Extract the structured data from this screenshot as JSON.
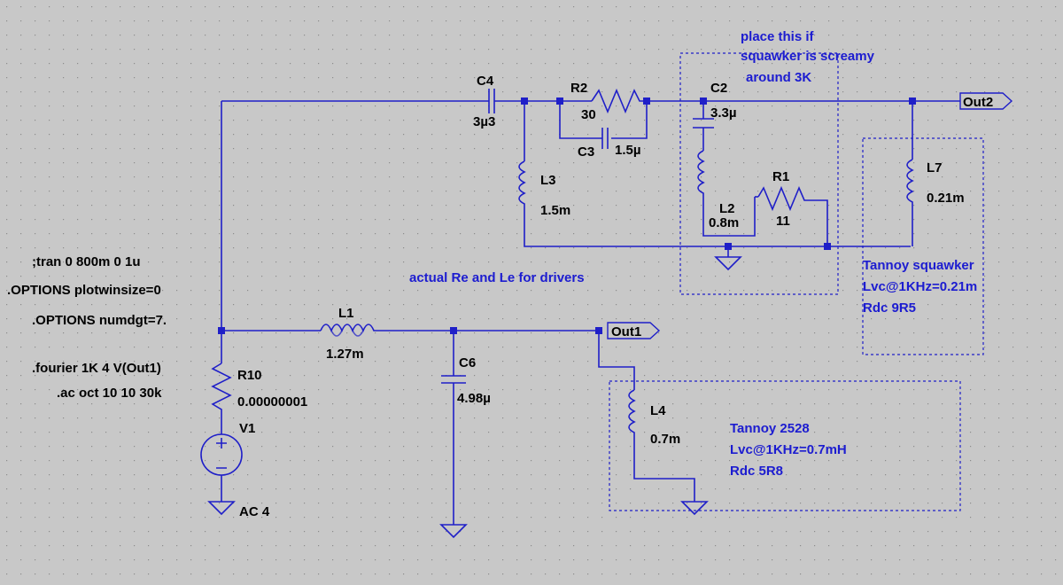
{
  "colors": {
    "background": "#c8c8c8",
    "wire": "#1f1fc8",
    "grid_dot": "#8c8c8c",
    "text": "#000000",
    "comment": "#1c1cd0"
  },
  "directives": [
    ";tran 0 800m 0 1u",
    ".OPTIONS plotwinsize=0",
    ".OPTIONS numdgt=7.",
    ".fourier 1K 4 V(Out1)",
    ".ac oct 10 10 30k"
  ],
  "components": {
    "C4": {
      "name": "C4",
      "value": "3µ3"
    },
    "R2": {
      "name": "R2",
      "value": "30"
    },
    "C3": {
      "name": "C3",
      "value": "1.5µ"
    },
    "C2": {
      "name": "C2",
      "value": "3.3µ"
    },
    "L3": {
      "name": "L3",
      "value": "1.5m"
    },
    "L2": {
      "name": "L2",
      "value": "0.8m"
    },
    "R1": {
      "name": "R1",
      "value": "11"
    },
    "L7": {
      "name": "L7",
      "value": "0.21m"
    },
    "L1": {
      "name": "L1",
      "value": "1.27m"
    },
    "C6": {
      "name": "C6",
      "value": "4.98µ"
    },
    "R10": {
      "name": "R10",
      "value": "0.00000001"
    },
    "V1": {
      "name": "V1",
      "value": "AC 4"
    },
    "L4": {
      "name": "L4",
      "value": "0.7m"
    }
  },
  "ports": {
    "out1": "Out1",
    "out2": "Out2"
  },
  "comments": {
    "squawker_note": [
      "place this if",
      "squawker is screamy",
      "around 3K"
    ],
    "actual_re_le": "actual Re and Le for drivers",
    "tannoy_squawker": [
      "Tannoy squawker",
      "Lvc@1KHz=0.21m",
      "Rdc 9R5"
    ],
    "tannoy_2528": [
      "Tannoy 2528",
      "Lvc@1KHz=0.7mH",
      "Rdc 5R8"
    ]
  }
}
